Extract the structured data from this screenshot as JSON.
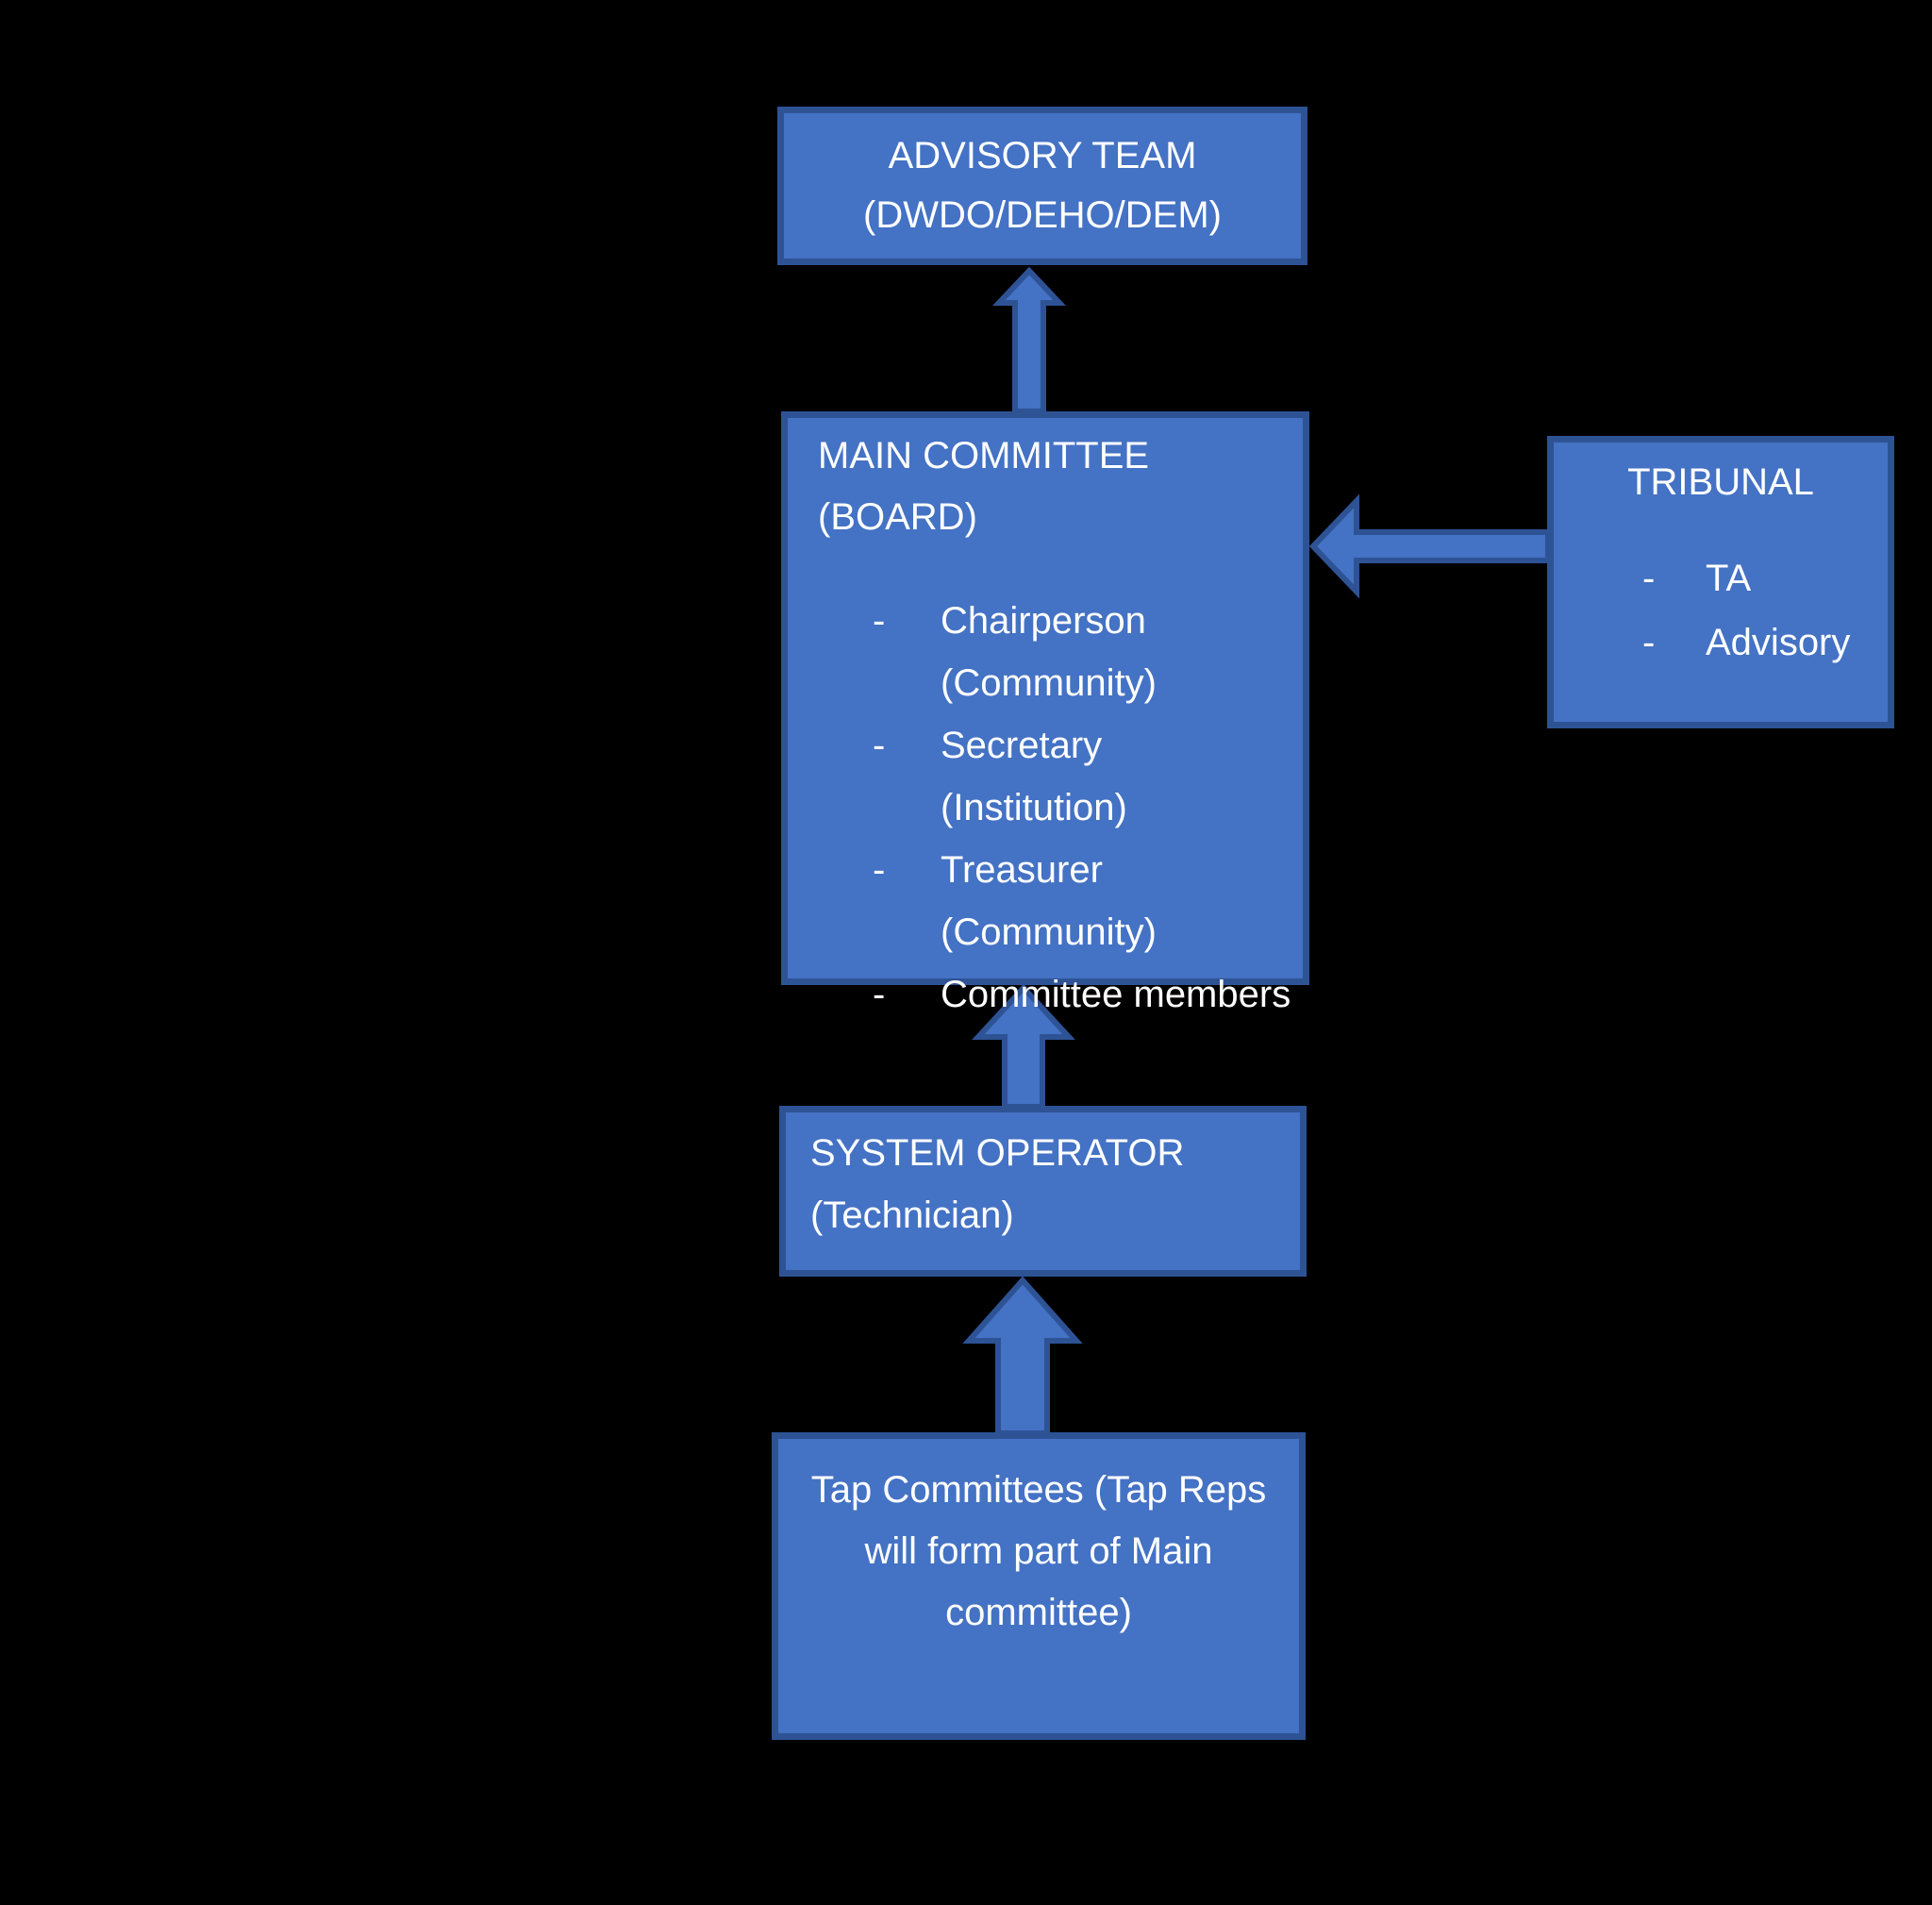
{
  "colors": {
    "background": "#000000",
    "box_fill": "#4472C4",
    "box_border": "#2E5395",
    "text": "#FFFFFF"
  },
  "nodes": {
    "advisory": {
      "line1": "ADVISORY TEAM",
      "line2": "(DWDO/DEHO/DEM)"
    },
    "main": {
      "title": "MAIN COMMITTEE (BOARD)",
      "bullet": "-",
      "items": [
        {
          "lines": [
            "Chairperson",
            "(Community)"
          ]
        },
        {
          "lines": [
            "Secretary",
            "(Institution)"
          ]
        },
        {
          "lines": [
            "Treasurer",
            "(Community)"
          ]
        },
        {
          "lines": [
            "Committee members"
          ]
        }
      ]
    },
    "tribunal": {
      "title": "TRIBUNAL",
      "bullet": "-",
      "items": [
        {
          "lines": [
            "TA"
          ]
        },
        {
          "lines": [
            "Advisory"
          ]
        }
      ]
    },
    "system": {
      "line1": "SYSTEM OPERATOR",
      "line2": "(Technician)"
    },
    "tap": {
      "line1": "Tap Committees (Tap Reps",
      "line2": "will form part of Main",
      "line3": "committee)"
    }
  }
}
